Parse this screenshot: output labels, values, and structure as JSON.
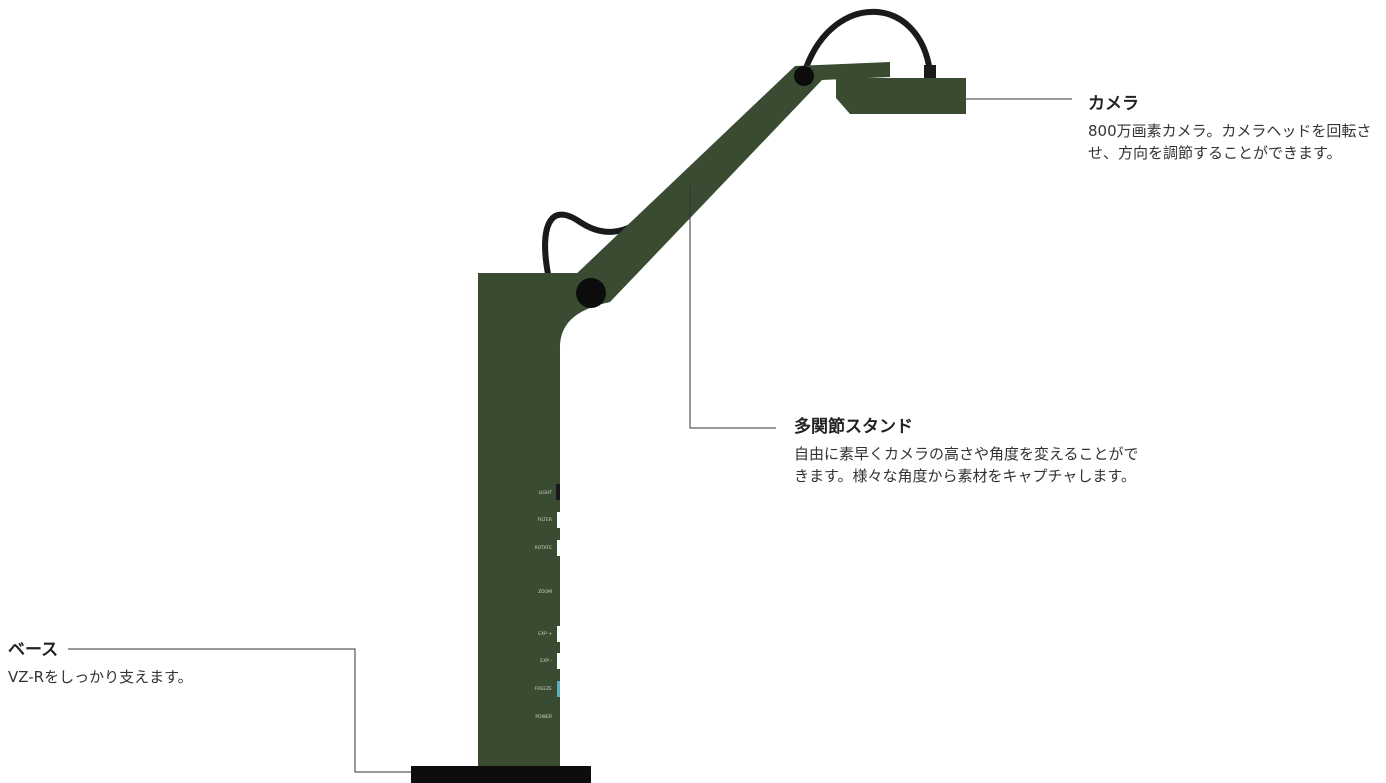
{
  "callouts": {
    "camera": {
      "title": "カメラ",
      "description": "800万画素カメラ。カメラヘッドを回転させ、方向を調節することができます。"
    },
    "stand": {
      "title": "多関節スタンド",
      "description": "自由に素早くカメラの高さや角度を変えることができます。様々な角度から素材をキャプチャします。"
    },
    "base": {
      "title": "ベース",
      "description": "VZ-Rをしっかり支えます。"
    }
  },
  "device": {
    "buttons": [
      "LIGHT",
      "FILTER",
      "ROTATE",
      "ZOOM",
      "EXP +",
      "EXP -",
      "FREEZE",
      "POWER"
    ]
  },
  "colors": {
    "body": "#394b31",
    "joint": "#0c0c0c",
    "cable": "#1a1a1a",
    "base": "#0d0d0d",
    "leader_line": "#333333",
    "freeze_indicator": "#4ab3d6"
  }
}
